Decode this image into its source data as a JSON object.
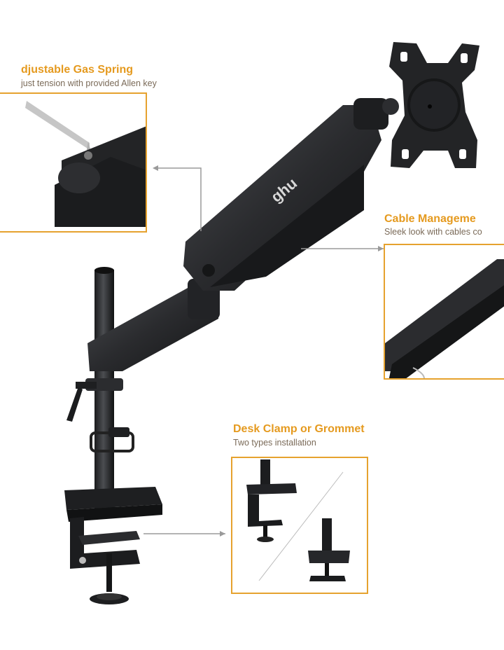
{
  "brand": {
    "logo_text": "ghu"
  },
  "callouts": {
    "gas_spring": {
      "title": "djustable Gas Spring",
      "subtitle": "just tension with provided Allen key"
    },
    "cable": {
      "title": "Cable Manageme",
      "subtitle": "Sleek look with cables co"
    },
    "clamp": {
      "title": "Desk Clamp or Grommet",
      "subtitle": "Two types installation"
    }
  },
  "colors": {
    "accent": "#e6a22e",
    "product": "#2a2b2d",
    "pointer_line": "#9a9a9a"
  },
  "icons": [
    "arrow-left-icon"
  ]
}
